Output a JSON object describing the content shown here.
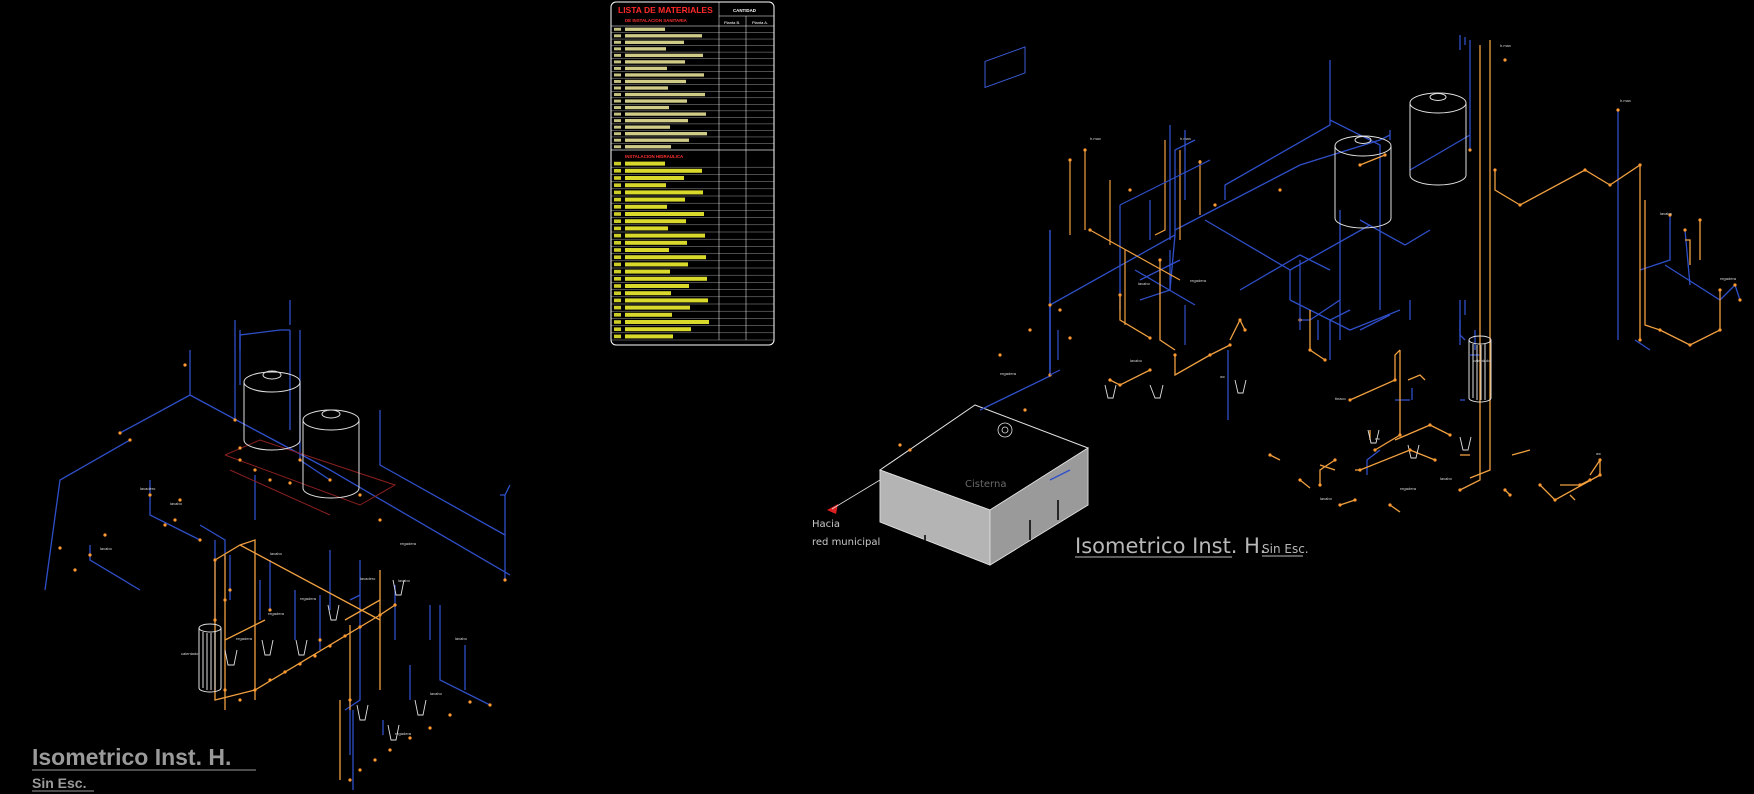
{
  "left_drawing": {
    "title": "Isometrico Inst. H.",
    "subtitle": "Sin Esc."
  },
  "right_drawing": {
    "title": "Isometrico Inst. H.",
    "subtitle": "Sin Esc.",
    "cistern_label": "Cisterna",
    "street_label_1": "Hacia",
    "street_label_2": "red municipal"
  },
  "materials_table": {
    "title": "LISTA DE MATERIALES",
    "subtitle": "DE INSTALACION SANITARIA",
    "quantity_header": "CANTIDAD",
    "col_headers": [
      "Planta B.",
      "Planta A."
    ],
    "section2_title": "INSTALACION HIDRAULICA"
  },
  "colors": {
    "background": "#000000",
    "pipe_blue": "#3a5bd9",
    "pipe_orange": "#f0a040",
    "node_orange": "#ff9a30",
    "table_yellow": "#ffff33",
    "table_red": "#ff3030",
    "text_gray": "#c8c8c8"
  }
}
